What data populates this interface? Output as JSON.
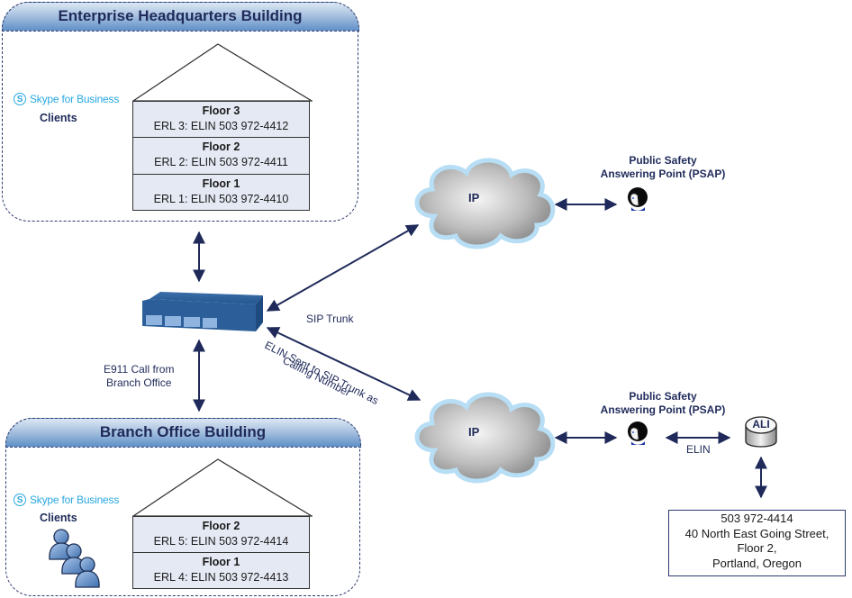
{
  "diagram": {
    "hq_building": {
      "title": "Enterprise Headquarters Building",
      "client_brand": "Skype for Business",
      "client_brand_icon": "skype-s-icon",
      "clients_label": "Clients",
      "floors": [
        {
          "name": "Floor 3",
          "erl": "ERL 3: ELIN 503 972-4412"
        },
        {
          "name": "Floor 2",
          "erl": "ERL 2: ELIN 503 972-4411"
        },
        {
          "name": "Floor 1",
          "erl": "ERL 1: ELIN 503 972-4410"
        }
      ]
    },
    "branch_building": {
      "title": "Branch Office Building",
      "client_brand": "Skype for Business",
      "client_brand_icon": "skype-s-icon",
      "clients_label": "Clients",
      "floors": [
        {
          "name": "Floor 2",
          "erl": "ERL 5: ELIN 503 972-4414"
        },
        {
          "name": "Floor 1",
          "erl": "ERL 4: ELIN 503 972-4413"
        }
      ]
    },
    "gateway": {
      "icon": "sbc-device-icon"
    },
    "labels": {
      "e911_call_line1": "E911 Call from",
      "e911_call_line2": "Branch Office",
      "sip_trunk": "SIP Trunk",
      "elin_sent_line1": "ELIN Sent to SIP Trunk  as",
      "elin_sent_line2": "Calling Number",
      "elin": "ELIN"
    },
    "clouds": [
      {
        "label": "IP",
        "icon": "cloud-icon"
      },
      {
        "label": "IP",
        "icon": "cloud-icon"
      }
    ],
    "psap": [
      {
        "line1": "Public Safety",
        "line2": "Answering Point (PSAP)",
        "icon": "operator-icon"
      },
      {
        "line1": "Public Safety",
        "line2": "Answering Point (PSAP)",
        "icon": "operator-icon"
      }
    ],
    "ali": {
      "label": "ALI",
      "icon": "database-icon",
      "record": [
        "503 972-4414",
        "40 North East Going Street,",
        "Floor 2,",
        "Portland, Oregon"
      ]
    },
    "colors": {
      "arrow": "#1f2a5a",
      "header_gradient_dark": "#5f8fc7",
      "floor_fill": "#e5e9f4",
      "skype_blue": "#2aa7e0"
    }
  }
}
